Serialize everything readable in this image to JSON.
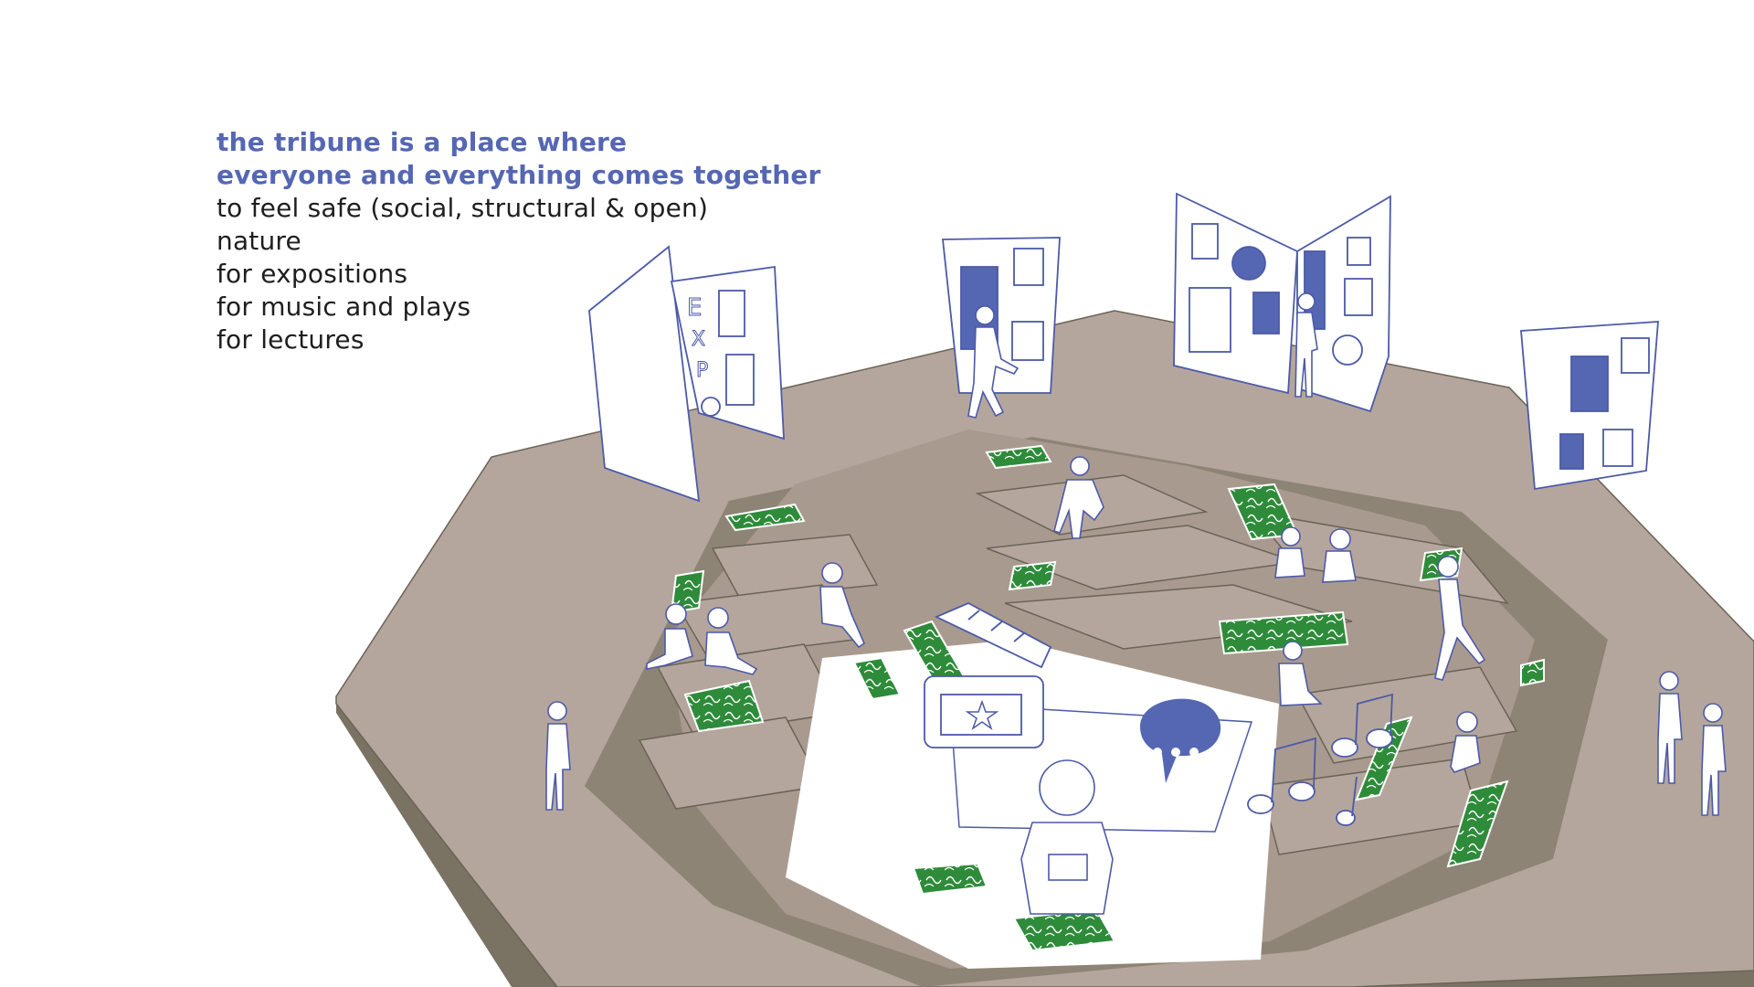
{
  "caption": {
    "highlight_lines": [
      "the tribune is a place where",
      "everyone and everything comes together"
    ],
    "lines": [
      "to feel safe (social, structural & open)",
      "nature",
      "for expositions",
      "for music and plays",
      "for lectures"
    ]
  },
  "board_letters": [
    "E",
    "X",
    "P",
    "O"
  ],
  "colors": {
    "platform": "#b4a69d",
    "platform_side": "#7a7263",
    "accent_blue": "#5567b3",
    "planter_green": "#2e8b3a",
    "figure_fill": "#ffffff",
    "outline": "#4c5aa8"
  },
  "icons": [
    "speech-bubble-icon",
    "music-notes-icon",
    "film-clapperboard-icon",
    "star-icon"
  ]
}
